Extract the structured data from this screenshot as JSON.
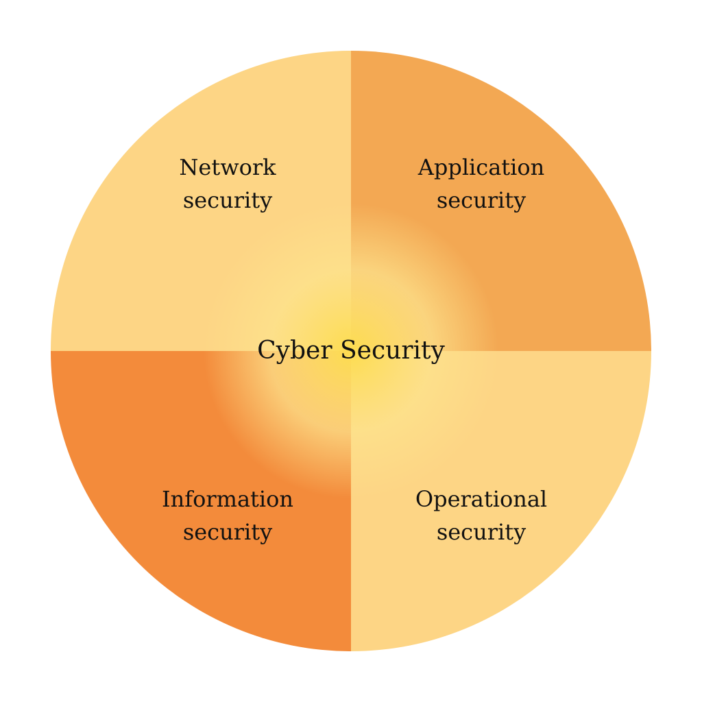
{
  "diagram": {
    "center": {
      "title": "Cyber Security"
    },
    "quadrants": [
      {
        "id": "network",
        "line1": "Network",
        "line2": "security",
        "color": "#FDD585"
      },
      {
        "id": "application",
        "line1": "Application",
        "line2": "security",
        "color": "#F3A853"
      },
      {
        "id": "information",
        "line1": "Information",
        "line2": "security",
        "color": "#F38B3B"
      },
      {
        "id": "operational",
        "line1": "Operational",
        "line2": "security",
        "color": "#FDD585"
      }
    ],
    "glow": {
      "inner_color": "#FDDC4F",
      "outer_color": "#FDE38C"
    }
  }
}
